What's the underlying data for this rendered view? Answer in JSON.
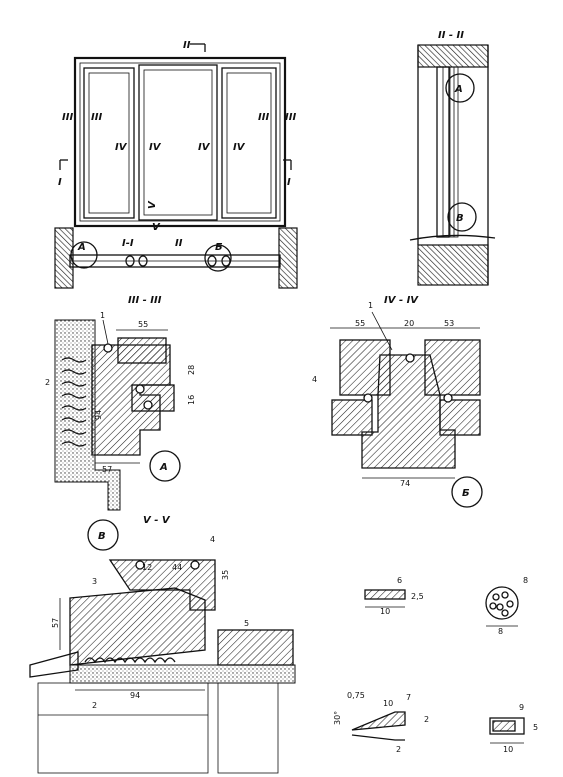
{
  "elevation": {
    "section_marks": {
      "top": "II",
      "left_outer": "III",
      "left_inner": "III",
      "right_inner": "III",
      "right_outer": "III",
      "mid_1": "IV",
      "mid_2": "IV",
      "mid_3": "IV",
      "mid_4": "IV",
      "side_left": "I",
      "side_right": "I",
      "bottom_v": "V",
      "bottom_v2": "V",
      "sill_section": "I-I",
      "sill_ii": "II"
    },
    "callouts": {
      "a": "A",
      "b": "Б"
    }
  },
  "section_ii": {
    "title": "II - II",
    "callout_a": "A",
    "callout_b": "В"
  },
  "section_iii": {
    "title": "III - III",
    "dim_top": "55",
    "dim_right_1": "28",
    "dim_right_2": "16",
    "dim_bottom": "57",
    "dim_inner": "94",
    "leader_1": "1",
    "leader_2": "2",
    "callout": "A"
  },
  "section_iv": {
    "title": "IV - IV",
    "dim_left": "55",
    "dim_mid": "20",
    "dim_right": "53",
    "dim_bottom": "74",
    "leader_1": "1",
    "leader_4": "4",
    "callout": "Б"
  },
  "section_v": {
    "title": "V - V",
    "callout": "В",
    "dim_a": "12",
    "dim_b": "44",
    "dim_c": "35",
    "dim_left": "57",
    "dim_bottom": "94",
    "leader_2": "2",
    "leader_3": "3",
    "leader_4": "4",
    "leader_5": "5"
  },
  "details": {
    "d6": {
      "num": "6",
      "w": "10",
      "h": "2,5"
    },
    "d8": {
      "num": "8",
      "w": "8"
    },
    "d7": {
      "num": "7",
      "a": "0,75",
      "b": "10",
      "c": "30°",
      "d": "2",
      "e": "2"
    },
    "d9": {
      "num": "9",
      "w": "10",
      "h": "5"
    }
  }
}
